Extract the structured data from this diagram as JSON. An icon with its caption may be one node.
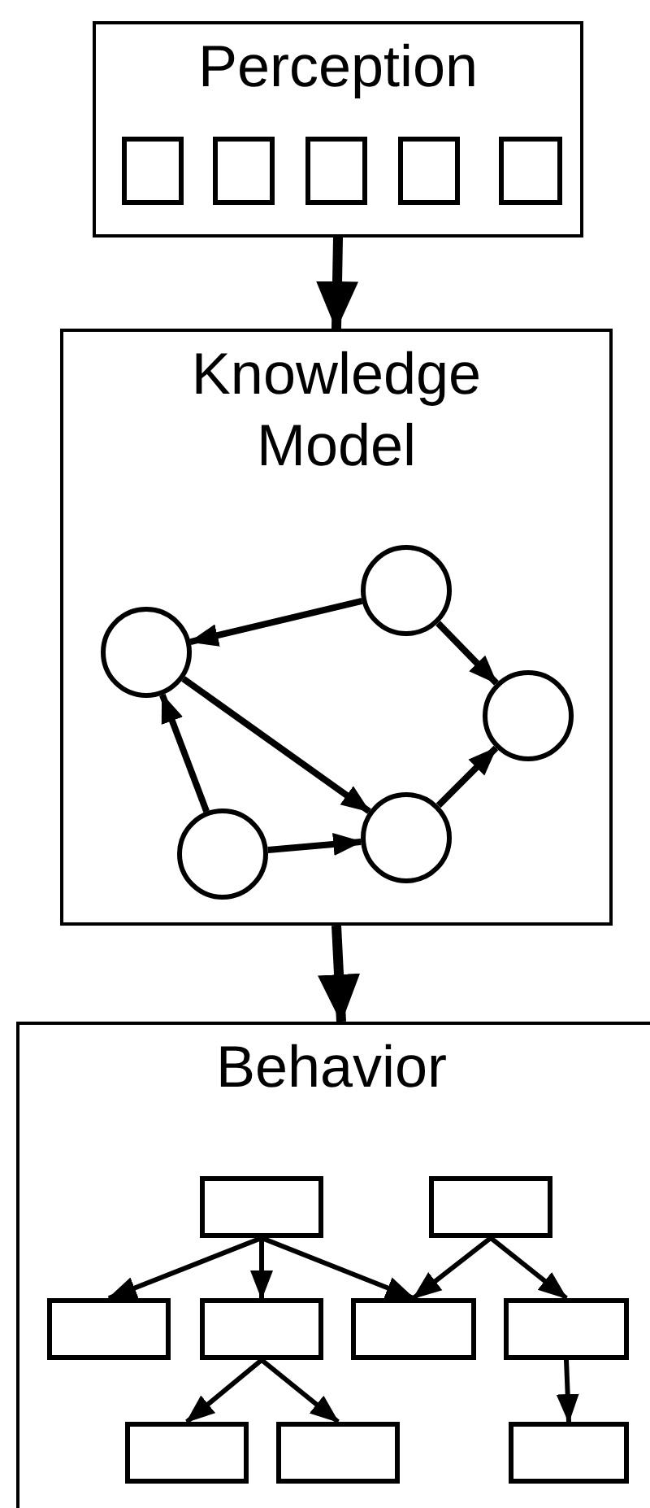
{
  "diagram": {
    "nodes": [
      {
        "text": [
          "Perception"
        ]
      },
      {
        "text": [],
        "shape": "box",
        "in": 0
      },
      {
        "text": [],
        "shape": "box",
        "in": 0
      },
      {
        "text": [],
        "shape": "box",
        "in": 0
      },
      {
        "text": [],
        "shape": "box",
        "in": 0
      },
      {
        "text": [],
        "shape": "box",
        "in": 0
      },
      {
        "text": [
          "Knowledge Model"
        ]
      },
      {
        "text": [],
        "shape": "circle",
        "in": 6
      },
      {
        "text": [],
        "shape": "circle",
        "in": 6
      },
      {
        "text": [],
        "shape": "circle",
        "in": 6
      },
      {
        "text": [],
        "shape": "circle",
        "in": 6
      },
      {
        "text": [],
        "shape": "circle",
        "in": 6
      },
      {
        "text": [
          "Behavior"
        ]
      },
      {
        "text": [],
        "shape": "box",
        "in": 12
      },
      {
        "text": [],
        "shape": "box",
        "in": 12
      },
      {
        "text": [],
        "shape": "box",
        "in": 12
      },
      {
        "text": [],
        "shape": "box",
        "in": 12
      },
      {
        "text": [],
        "shape": "box",
        "in": 12
      },
      {
        "text": [],
        "shape": "box",
        "in": 12
      },
      {
        "text": [],
        "shape": "box",
        "in": 12
      },
      {
        "text": [],
        "shape": "box",
        "in": 12
      },
      {
        "text": [],
        "shape": "box",
        "in": 12
      }
    ],
    "edges": [
      {
        "from": 0,
        "to": 6,
        "arrow": "to",
        "style": "thick"
      },
      {
        "from": 6,
        "to": 12,
        "arrow": "to",
        "style": "thick"
      },
      {
        "from": 7,
        "to": 8,
        "arrow": "to"
      },
      {
        "from": 7,
        "to": 9,
        "arrow": "to"
      },
      {
        "from": 8,
        "to": 10,
        "arrow": "to"
      },
      {
        "from": 11,
        "to": 8,
        "arrow": "to"
      },
      {
        "from": 11,
        "to": 10,
        "arrow": "to"
      },
      {
        "from": 10,
        "to": 9,
        "arrow": "to"
      },
      {
        "from": 13,
        "to": 15,
        "arrow": "to"
      },
      {
        "from": 13,
        "to": 16,
        "arrow": "to"
      },
      {
        "from": 13,
        "to": 17,
        "arrow": "to"
      },
      {
        "from": 14,
        "to": 17,
        "arrow": "to"
      },
      {
        "from": 14,
        "to": 18,
        "arrow": "to"
      },
      {
        "from": 16,
        "to": 19,
        "arrow": "to"
      },
      {
        "from": 16,
        "to": 20,
        "arrow": "to"
      },
      {
        "from": 18,
        "to": 21,
        "arrow": "to"
      }
    ]
  }
}
